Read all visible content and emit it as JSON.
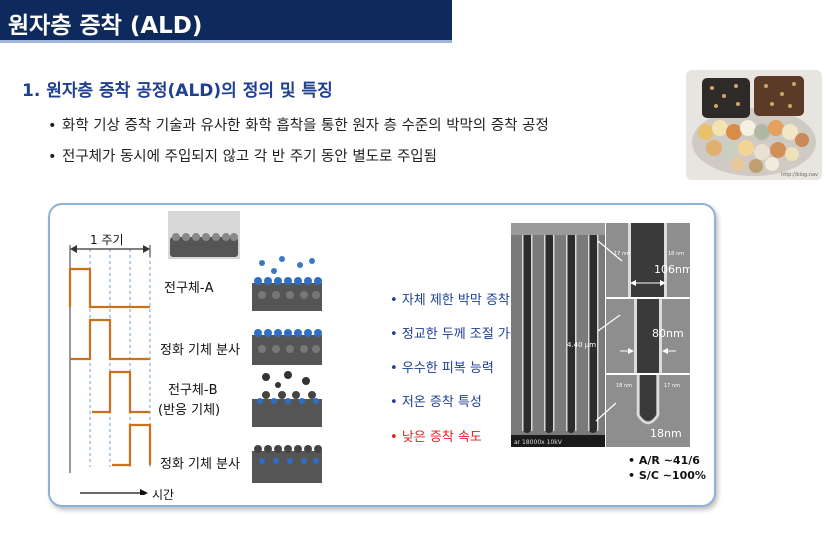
{
  "slide": {
    "title": "원자층 증착 (ALD)",
    "heading": "1. 원자층 증착 공정(ALD)의 정의 및 특징",
    "bullets": [
      "화학 기상 증착 기술과 유사한 화학 흡착을 통한 원자 층 수준의 박막의 증착 공정",
      "전구체가 동시에 주입되지 않고 각 반 주기 동안 별도로 주입됨"
    ],
    "bullet_symbol": "•",
    "photo_credit": "http://blog.nav"
  },
  "diagram": {
    "cycle_label": "1 주기",
    "time_label": "시간",
    "steps": [
      "전구체-A",
      "정화 기체 분사",
      "전구체-B",
      "(반응 기체)",
      "정화 기체 분사"
    ],
    "features": [
      "자체 제한 박막 증착",
      "정교한 두께 조절 가능",
      "우수한 피복 능력",
      "저온 증착 특성",
      "낮은 증착 속도"
    ],
    "feature_symbol": "•",
    "colors": {
      "pulse": "#c8721b",
      "feature": "#1d3f94",
      "feature_negative": "#e0201f",
      "panel_border": "#8fb0d8"
    }
  },
  "sem": {
    "main_scale": "4.40 μm",
    "main_footer": "ar  18000x  10kV",
    "top_label": "106nm",
    "top_l": "17 nm",
    "top_r": "18 nm",
    "mid_label": "80nm",
    "bot_label": "18nm",
    "bot_l": "18 nm",
    "bot_r": "17 nm",
    "stats": [
      "A/R ~41/6",
      "S/C ~100%"
    ]
  }
}
